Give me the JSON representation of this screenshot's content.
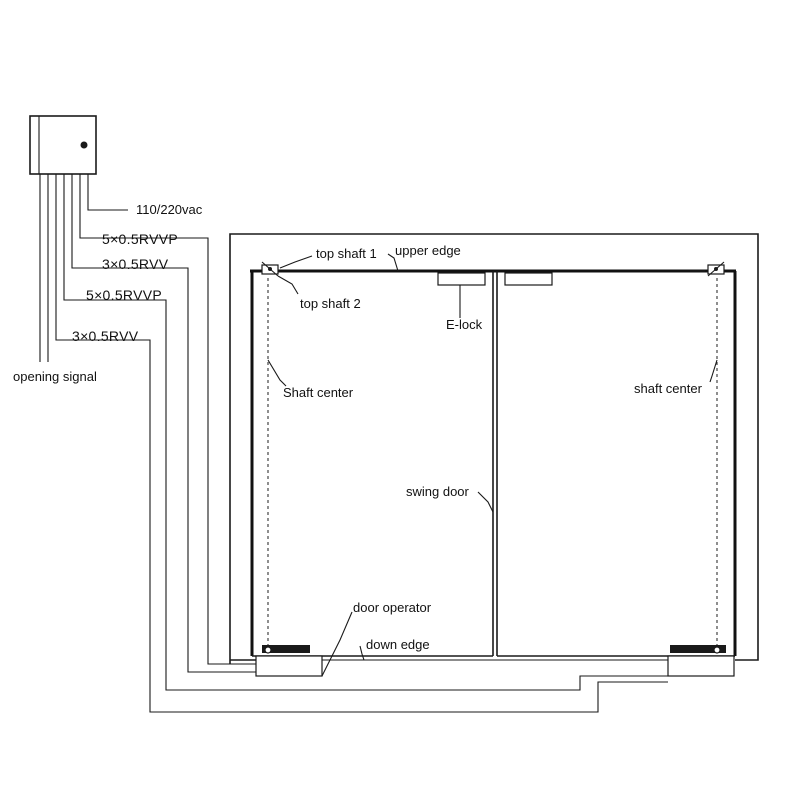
{
  "labels": {
    "power": "110/220vac",
    "cable_1": "5×0.5RVVP",
    "cable_2": "3×0.5RVV",
    "cable_3": "5×0.5RVVP",
    "cable_4": "3×0.5RVV",
    "opening_signal": "opening signal",
    "top_shaft_1": "top shaft 1",
    "top_shaft_2": "top shaft 2",
    "upper_edge": "upper edge",
    "e_lock": "E-lock",
    "shaft_center_left": "Shaft center",
    "shaft_center_right": "shaft center",
    "swing_door": "swing door",
    "door_operator": "door operator",
    "down_edge": "down edge"
  },
  "colors": {
    "line": "#1a1a1a",
    "background": "#ffffff"
  }
}
